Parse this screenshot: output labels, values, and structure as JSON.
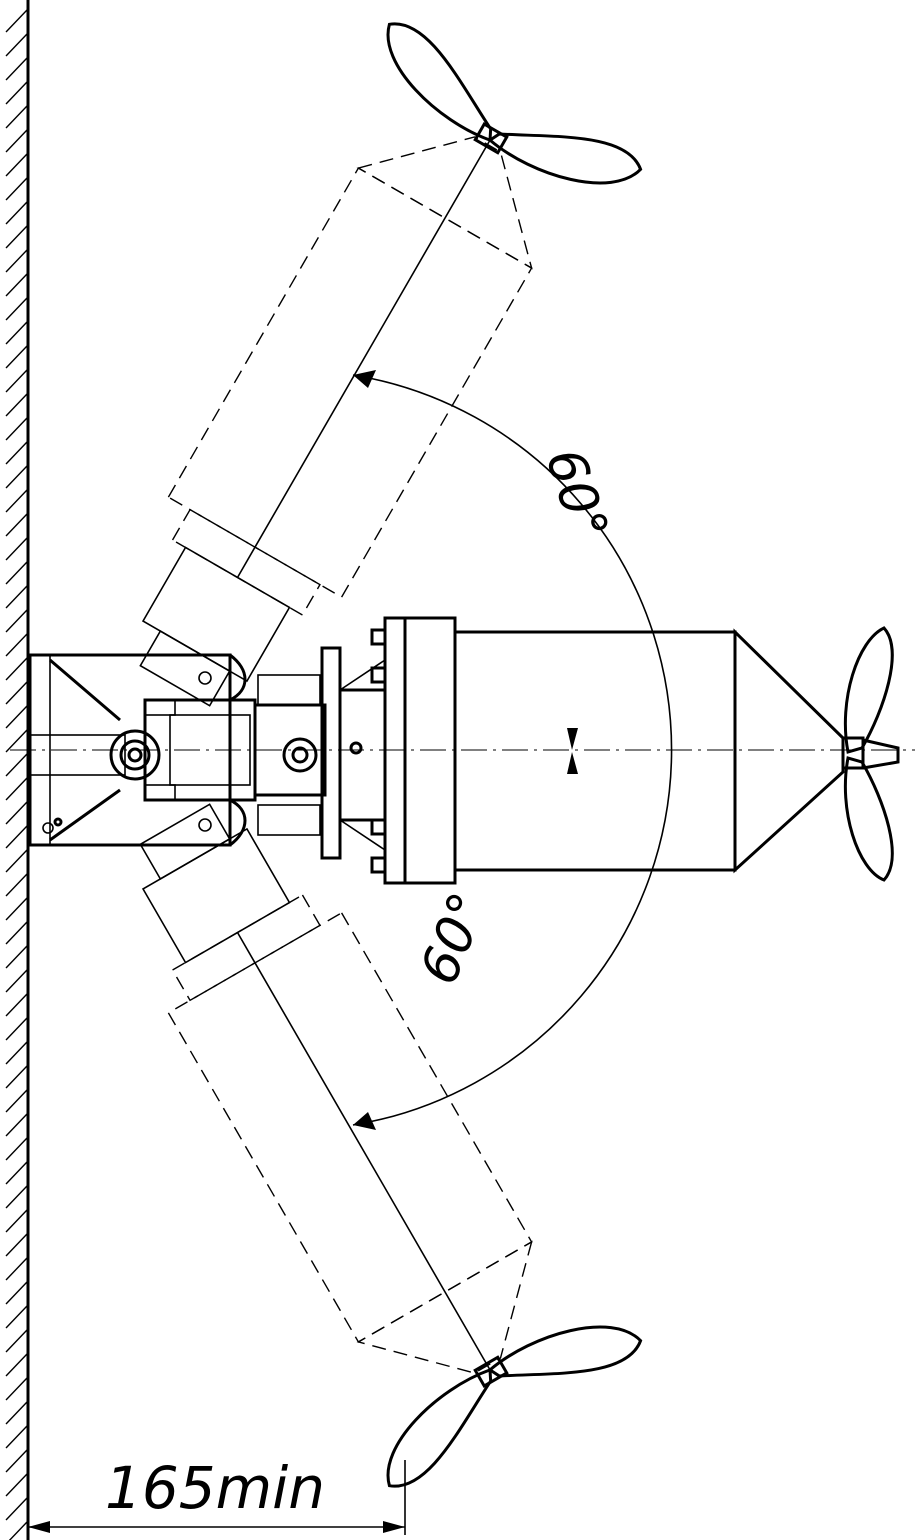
{
  "annotations": {
    "angle_upper": "60°",
    "angle_lower": "60°",
    "min_distance": "165min"
  },
  "colors": {
    "line": "#000000",
    "background": "#ffffff"
  },
  "icons": [
    "wall-hatching-icon",
    "propeller-icon",
    "arrowhead-icon"
  ]
}
